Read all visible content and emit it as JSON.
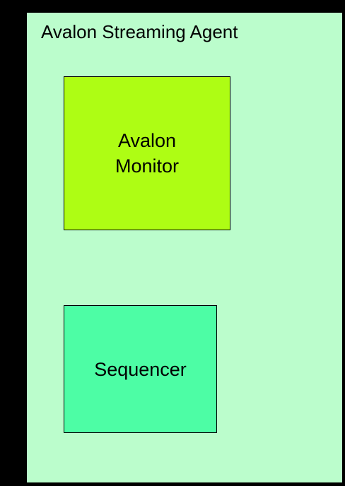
{
  "agent": {
    "title": "Avalon Streaming Agent",
    "color": "#bbfdcc"
  },
  "blocks": [
    {
      "label": "Avalon\nMonitor",
      "color": "#aefd14"
    },
    {
      "label": "Sequencer",
      "color": "#4dfda5"
    }
  ]
}
